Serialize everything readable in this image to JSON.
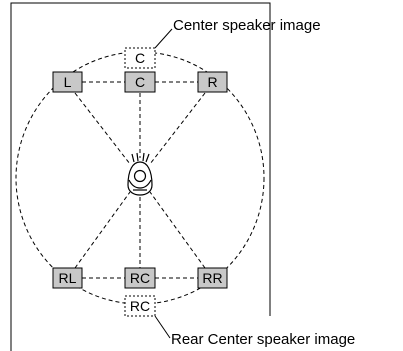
{
  "callouts": {
    "top": "Center speaker image",
    "bottom": "Rear Center speaker image"
  },
  "speakers": {
    "center_image": "C",
    "left": "L",
    "center": "C",
    "right": "R",
    "rear_left": "RL",
    "rear_center": "RC",
    "rear_right": "RR",
    "rear_center_image": "RC"
  },
  "listener_icon": "seated-listener-icon"
}
